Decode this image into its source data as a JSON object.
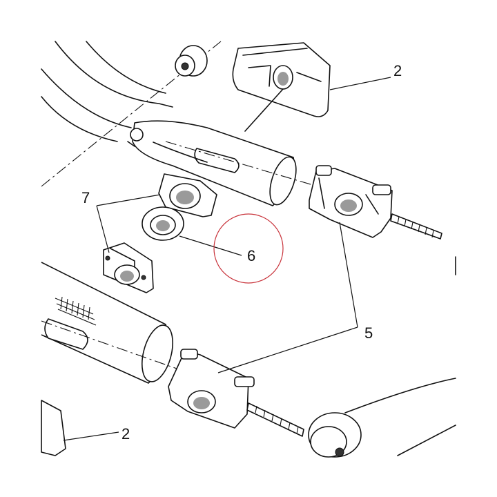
{
  "callouts": [
    {
      "id": "2-top",
      "label": "2"
    },
    {
      "id": "5",
      "label": "5"
    },
    {
      "id": "6",
      "label": "6"
    },
    {
      "id": "7",
      "label": "7"
    },
    {
      "id": "2-bottom",
      "label": "2"
    }
  ],
  "highlight_color": "#c8323a"
}
